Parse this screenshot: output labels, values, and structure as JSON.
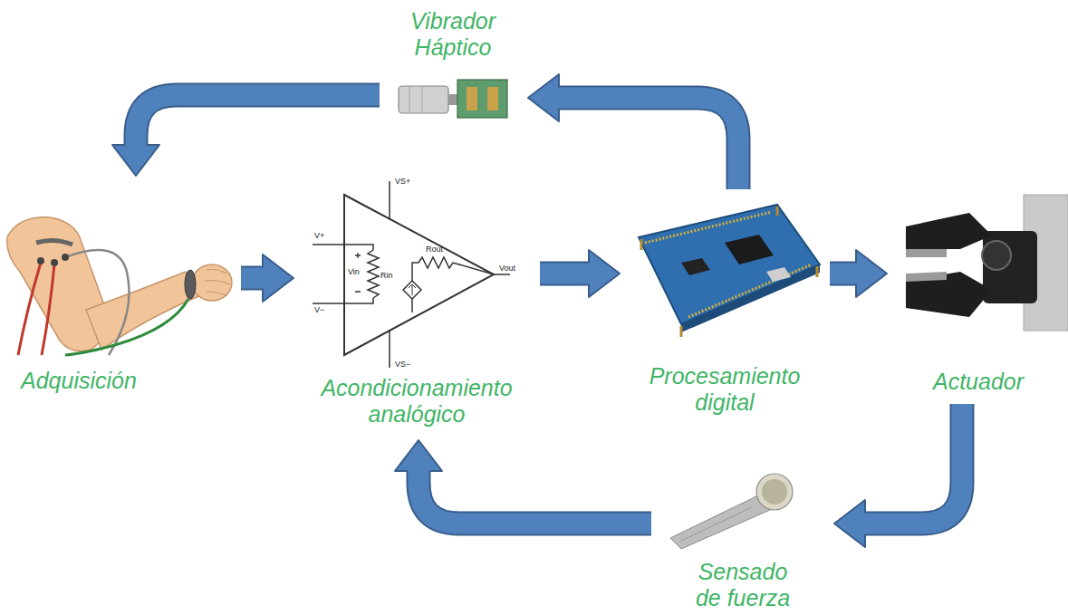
{
  "diagram": {
    "nodes": [
      {
        "text": [
          "Vibrador Háptico"
        ]
      },
      {
        "text": [
          "Adquisición"
        ]
      },
      {
        "text": [
          "Acondicionamiento analógico"
        ]
      },
      {
        "text": [
          "Procesamiento digital"
        ]
      },
      {
        "text": [
          "Actuador"
        ]
      },
      {
        "text": [
          "Sensado de fuerza"
        ]
      }
    ],
    "edges": [
      {
        "from": 1,
        "to": 2,
        "arrow": "to"
      },
      {
        "from": 2,
        "to": 3,
        "arrow": "to"
      },
      {
        "from": 3,
        "to": 4,
        "arrow": "to"
      },
      {
        "from": 3,
        "to": 0,
        "arrow": "to"
      },
      {
        "from": 0,
        "to": 1,
        "arrow": "to"
      },
      {
        "from": 4,
        "to": 5,
        "arrow": "to"
      },
      {
        "from": 5,
        "to": 2,
        "arrow": "to"
      }
    ],
    "labels": [
      "VS+",
      "V+",
      "V−",
      "Vin",
      "Rin",
      "Rout",
      "Vout",
      "VS−"
    ]
  }
}
